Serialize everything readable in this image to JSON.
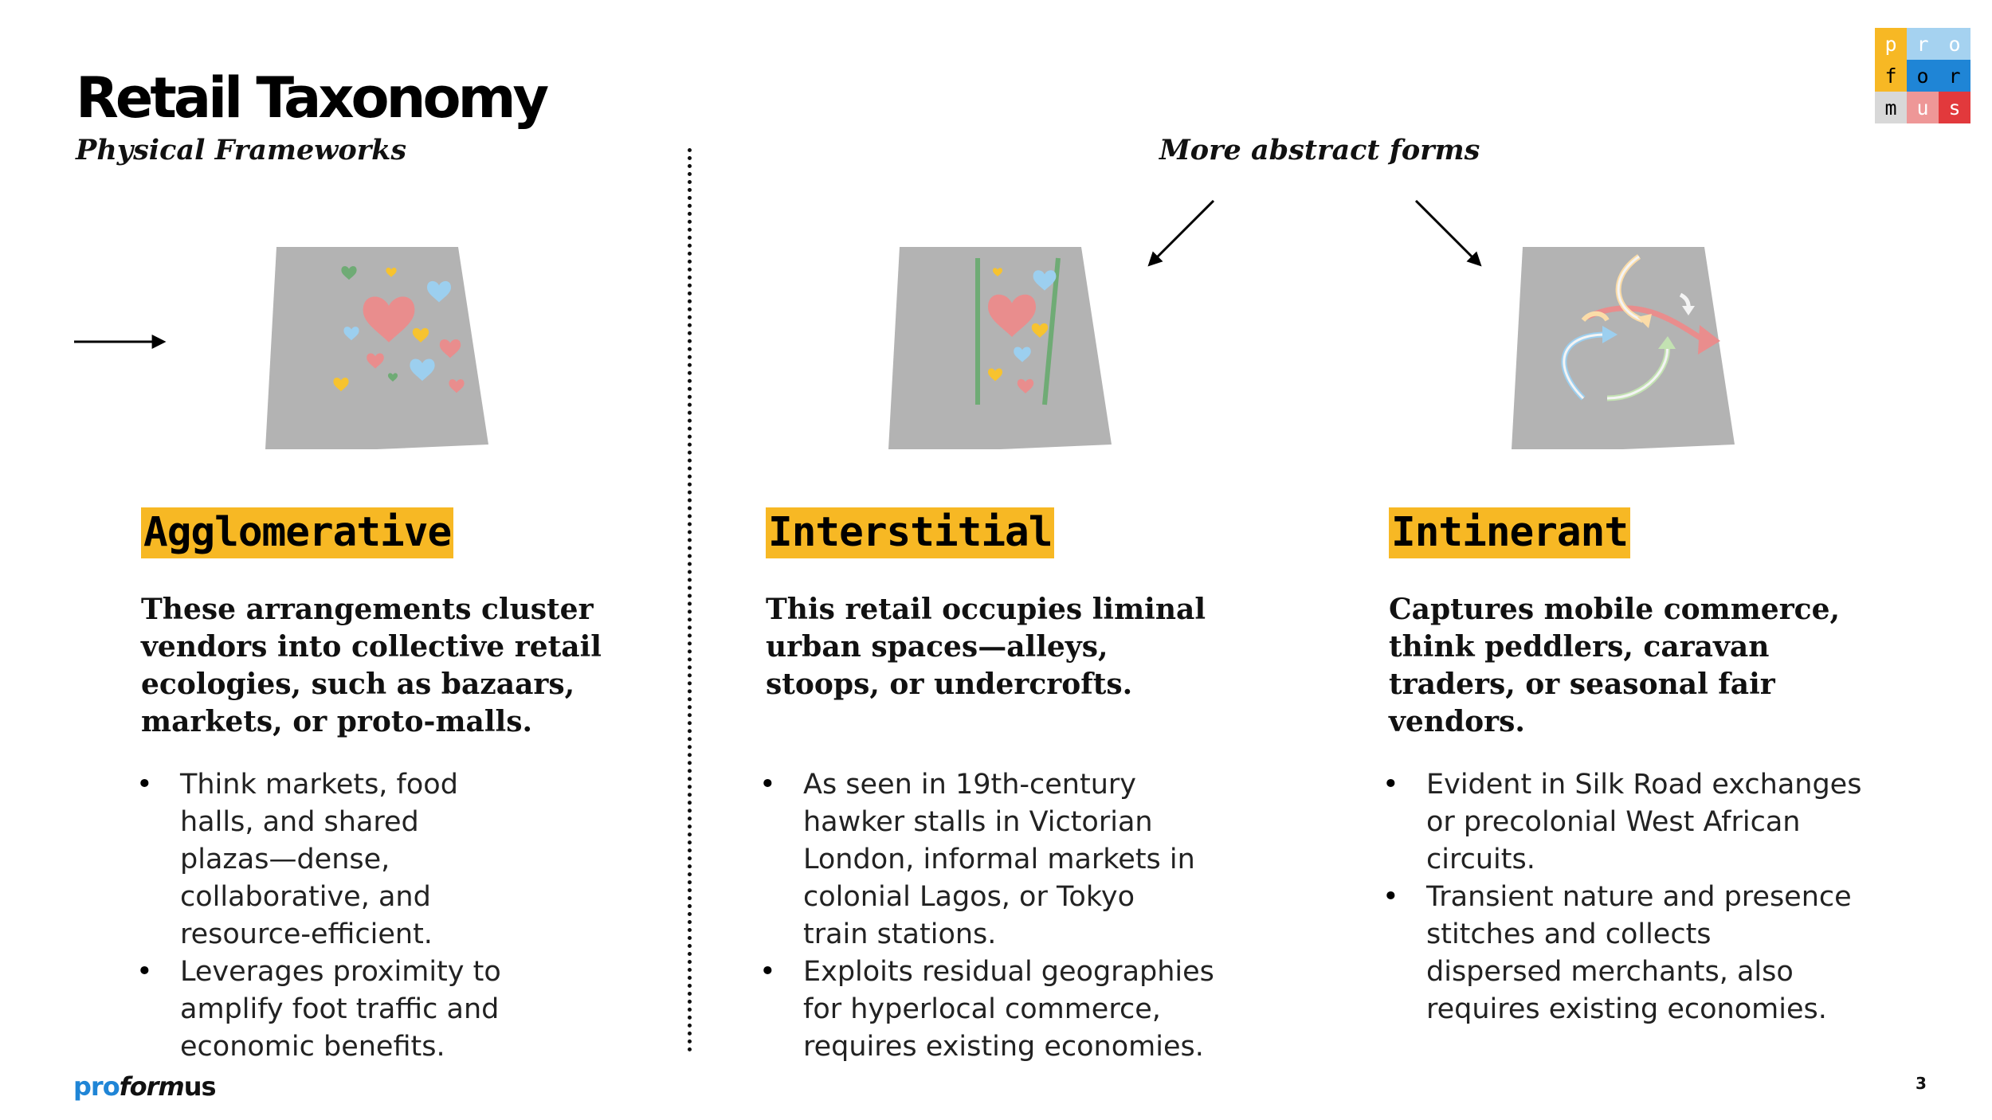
{
  "slide": {
    "title": "Retail Taxonomy",
    "subtitle": "Physical Frameworks",
    "abstract_label": "More abstract forms",
    "page_number": "3"
  },
  "logo": {
    "letters": [
      "p",
      "r",
      "o",
      "f",
      "o",
      "r",
      "m",
      "u",
      "s"
    ],
    "colors": [
      "#f7b824",
      "#a5d2f0",
      "#a5d2f0",
      "#f7b824",
      "#1f85d6",
      "#1f85d6",
      "#d8d8d8",
      "#ee9797",
      "#e2393c"
    ],
    "text_colors": [
      "#ffffff",
      "#ffffff",
      "#ffffff",
      "#000000",
      "#000000",
      "#000000",
      "#000000",
      "#ffffff",
      "#ffffff"
    ]
  },
  "footer": {
    "brand_pro": "pro",
    "brand_form": "form",
    "brand_us": "us"
  },
  "colors": {
    "accent_yellow": "#f7b824",
    "panel_gray": "#b3b3b3",
    "heart_pink": "#e98d8d",
    "heart_blue": "#9ccfef",
    "heart_yellow": "#f7c32f",
    "line_green": "#6fab75",
    "brand_blue": "#1f85d6"
  },
  "columns": [
    {
      "heading": "Agglomerative",
      "description": "These arrangements cluster vendors into collective retail ecologies, such as bazaars, markets, or proto-malls.",
      "bullets": [
        "Think markets, food halls, and shared plazas—dense, collaborative, and resource-efficient.",
        "Leverages proximity to amplify foot traffic and economic benefits."
      ]
    },
    {
      "heading": "Interstitial",
      "description": "This retail occupies liminal urban spaces—alleys, stoops, or undercrofts.",
      "bullets": [
        "As seen in 19th-century hawker stalls in Victorian London, informal markets in colonial Lagos, or Tokyo train stations.",
        "Exploits residual geographies for hyperlocal commerce, requires existing economies."
      ]
    },
    {
      "heading": "Intinerant",
      "description": "Captures mobile commerce, think peddlers, caravan traders, or seasonal fair vendors.",
      "bullets": [
        "Evident in Silk Road exchanges or precolonial West African circuits.",
        "Transient nature and presence stitches and collects dispersed merchants, also requires existing economies."
      ]
    }
  ]
}
